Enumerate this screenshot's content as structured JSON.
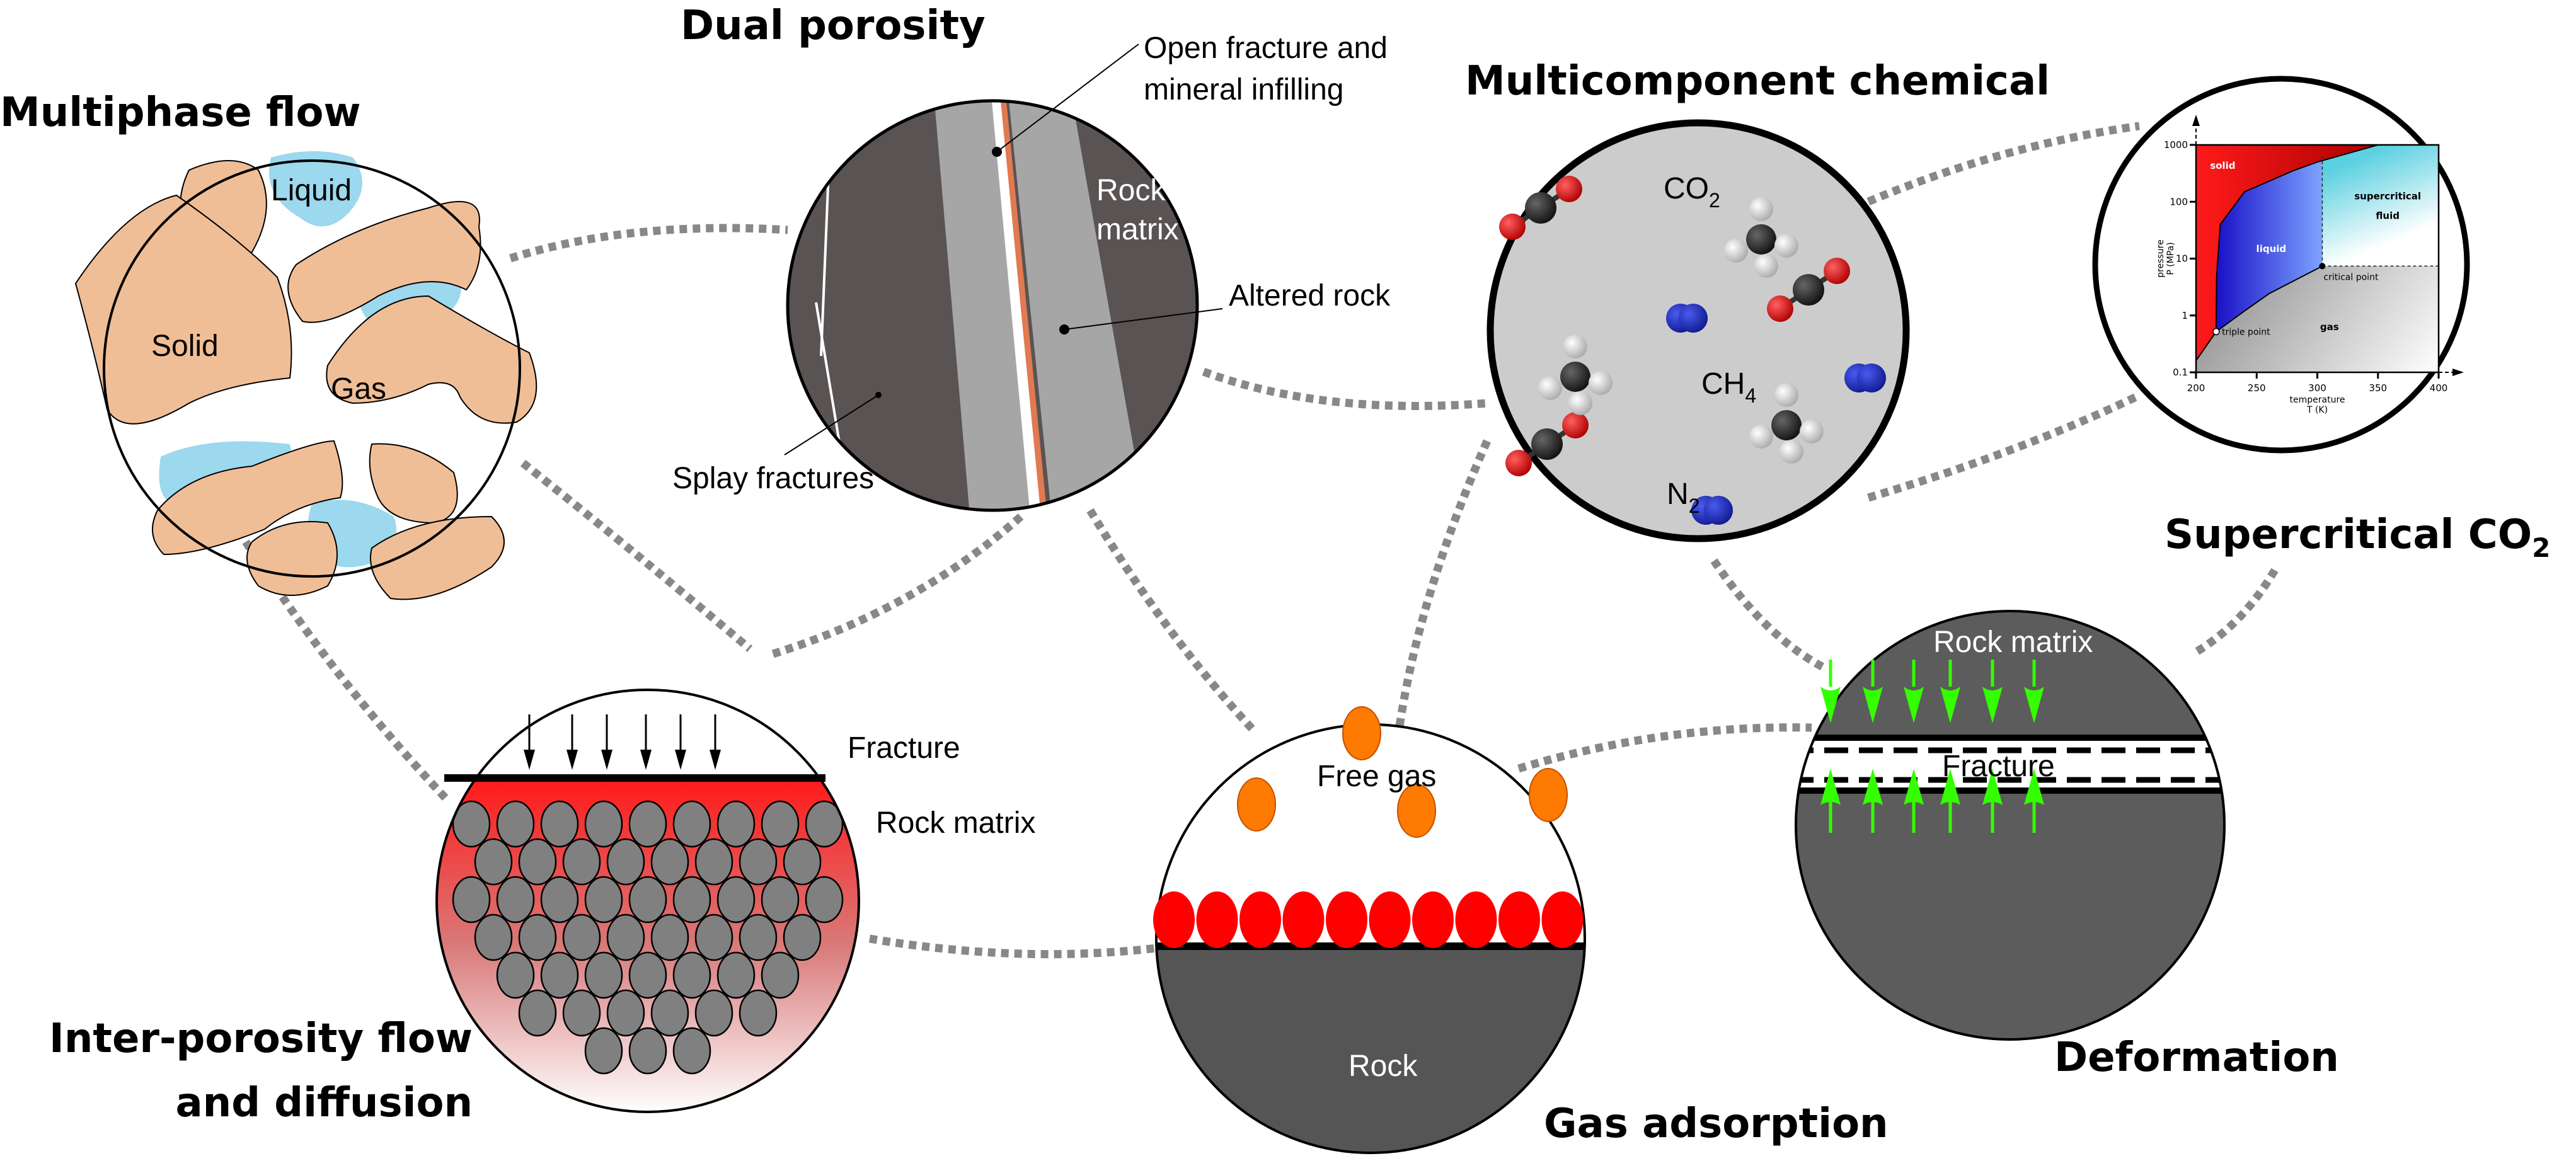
{
  "panels": {
    "multiphase": {
      "title": "Multiphase flow",
      "labels": {
        "liquid": "Liquid",
        "solid": "Solid",
        "gas": "Gas"
      },
      "colors": {
        "solid": "#f0be96",
        "liquid": "#9cd8ee"
      }
    },
    "dual_porosity": {
      "title": "Dual porosity",
      "labels": {
        "open_fracture_1": "Open fracture and",
        "open_fracture_2": "mineral infilling",
        "rock_matrix_1": "Rock",
        "rock_matrix_2": "matrix",
        "altered_rock": "Altered rock",
        "splay_fractures": "Splay fractures"
      },
      "colors": {
        "matrix": "#5a5353",
        "altered": "#a6a6a6",
        "infill": "#e07a50"
      }
    },
    "multicomponent": {
      "title": "Multicomponent chemical",
      "species": [
        {
          "base": "CO",
          "sub": "2"
        },
        {
          "base": "CH",
          "sub": "4"
        },
        {
          "base": "N",
          "sub": "2"
        }
      ],
      "colors": {
        "background": "#cccccc",
        "oxygen": "#e01010",
        "carbon": "#333333",
        "hydrogen": "#f2f2f2",
        "nitrogen": "#2030b0"
      }
    },
    "supercritical": {
      "title_base": "Supercritical CO",
      "title_sub": "2"
    },
    "inter_porosity": {
      "title_line1": "Inter-porosity flow",
      "title_line2": "and diffusion",
      "labels": {
        "fracture": "Fracture",
        "rock_matrix": "Rock matrix"
      },
      "row_counts": [
        9,
        8,
        9,
        8,
        7,
        6,
        3
      ]
    },
    "gas_adsorption": {
      "title": "Gas adsorption",
      "labels": {
        "free_gas": "Free gas",
        "rock": "Rock"
      },
      "adsorbed_count": 10,
      "colors": {
        "free": "#ff7a00",
        "adsorbed": "#ff0000",
        "rock": "#555555"
      }
    },
    "deformation": {
      "title": "Deformation",
      "labels": {
        "rock_matrix": "Rock matrix",
        "fracture": "Fracture"
      },
      "arrow_count": 6,
      "colors": {
        "rock": "#5c5c5c",
        "arrow": "#33ff00"
      }
    }
  },
  "chart_data": {
    "type": "area",
    "title": "CO2 phase diagram",
    "xlabel_1": "temperature",
    "xlabel_2": "T (K)",
    "ylabel_1": "pressure",
    "ylabel_2": "P (MPa)",
    "xlim": [
      200,
      400
    ],
    "ylim": [
      0.1,
      1000
    ],
    "yscale": "log",
    "x_ticks": [
      "200",
      "250",
      "300",
      "350",
      "400"
    ],
    "y_ticks": [
      "0.1",
      "1",
      "10",
      "100",
      "1000"
    ],
    "regions": [
      "solid",
      "liquid",
      "supercritical fluid",
      "gas"
    ],
    "region_label_fluid_1": "supercritical",
    "region_label_fluid_2": "fluid",
    "points": {
      "triple_point": {
        "label": "triple point",
        "T": 216.6,
        "P": 0.52
      },
      "critical_point": {
        "label": "critical point",
        "T": 304.1,
        "P": 7.38
      }
    },
    "curves": {
      "sublimation": [
        [
          200,
          0.16
        ],
        [
          216.6,
          0.52
        ]
      ],
      "melting": [
        [
          216.6,
          0.52
        ],
        [
          217,
          5
        ],
        [
          220,
          40
        ],
        [
          240,
          150
        ],
        [
          280,
          350
        ],
        [
          300,
          500
        ],
        [
          350,
          1000
        ]
      ],
      "vaporization": [
        [
          216.6,
          0.52
        ],
        [
          240,
          1.2
        ],
        [
          260,
          2.4
        ],
        [
          280,
          4.0
        ],
        [
          304.1,
          7.38
        ]
      ]
    },
    "colors": {
      "solid": "#ff1a1a",
      "liquid": "#2a1fd0",
      "fluid": "#5bd0e0",
      "gas": "#808080"
    }
  }
}
